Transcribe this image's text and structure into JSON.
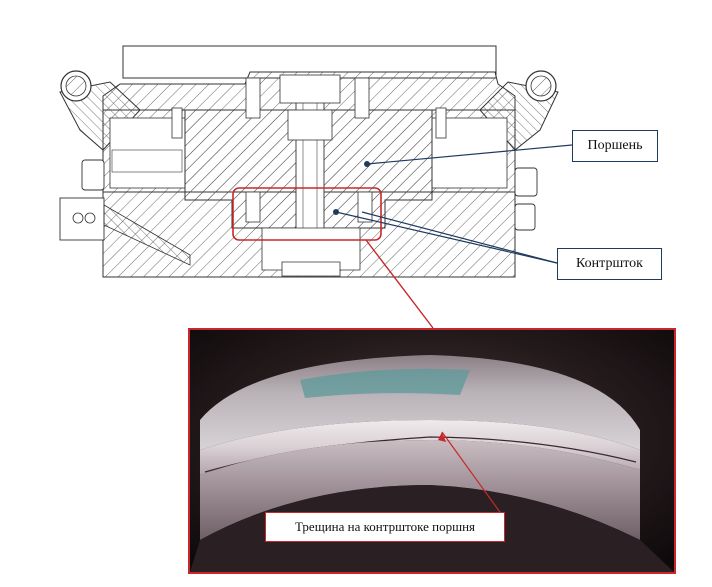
{
  "labels": {
    "piston": "Поршень",
    "counter_rod": "Контршток",
    "crack": "Трещина на контрштоке поршня"
  },
  "colors": {
    "callout_line": "#1f3a5f",
    "highlight": "#c8282a",
    "hatch": "#555555"
  }
}
